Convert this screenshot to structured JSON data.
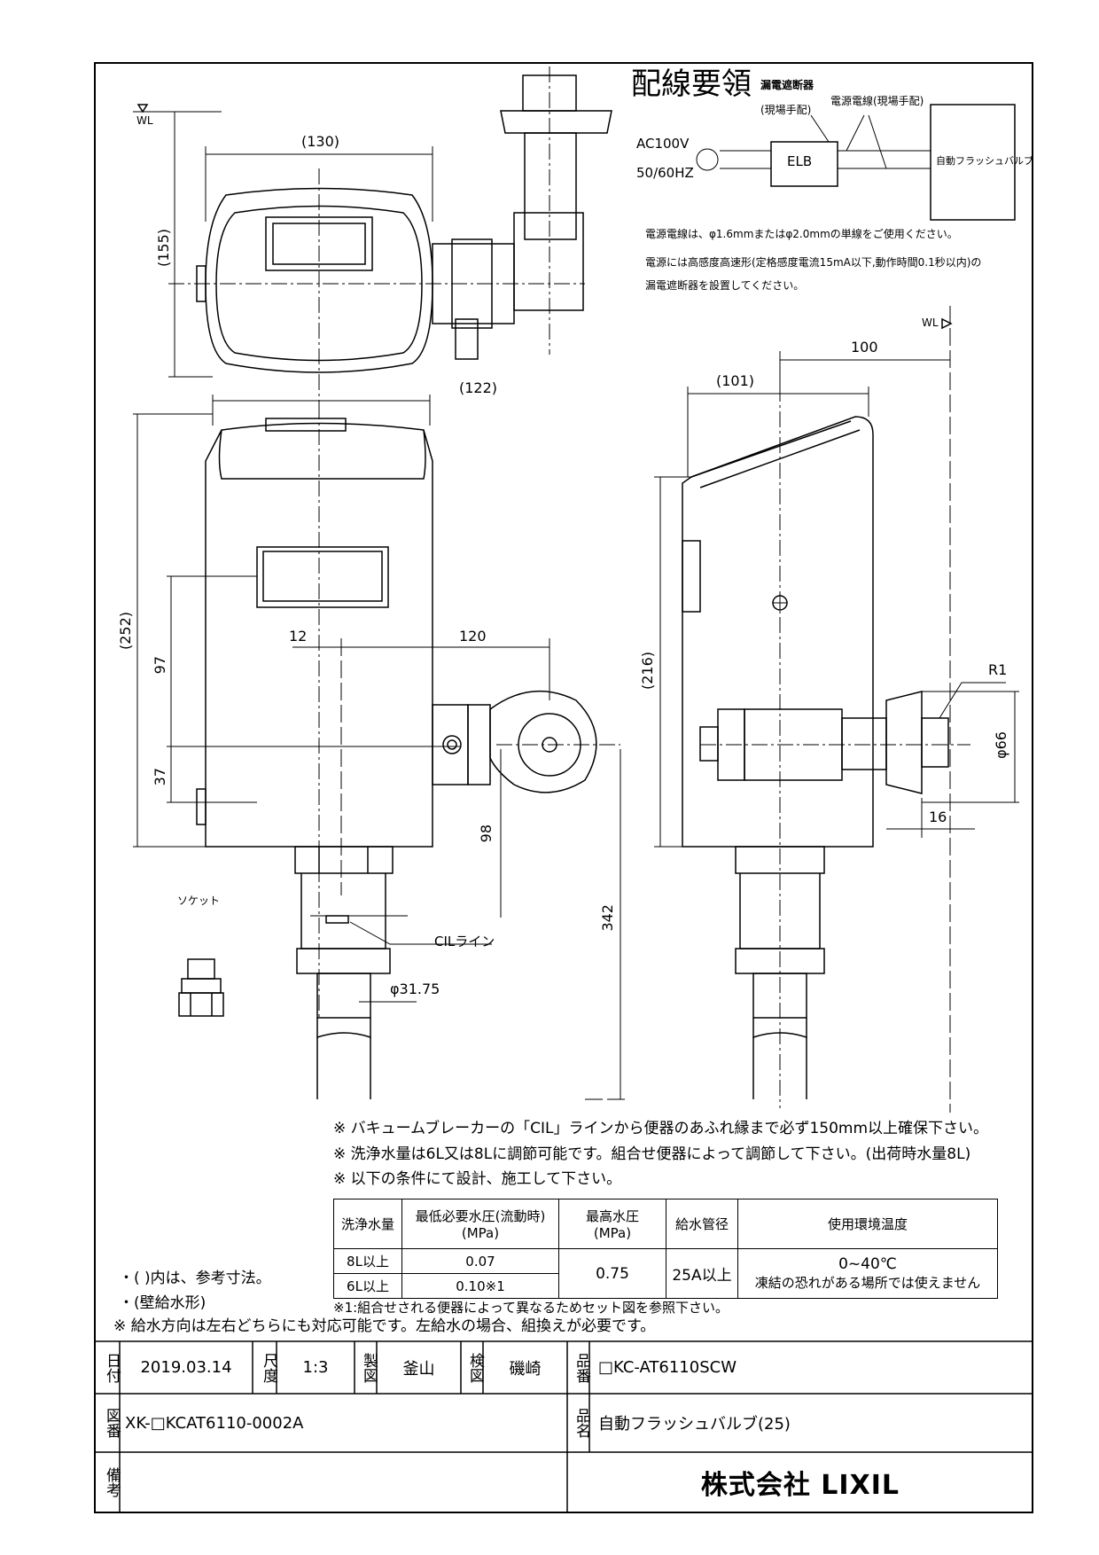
{
  "wiring": {
    "title": "配線要領",
    "breaker_label": "漏電遮断器",
    "breaker_sub": "(現場手配)",
    "cable_label": "電源電線(現場手配)",
    "power": "AC100V",
    "freq": "50/60HZ",
    "elb": "ELB",
    "device": "自動フラッシュバルブ",
    "note1": "電源電線は、φ1.6mmまたはφ2.0mmの単線をご使用ください。",
    "note2": "電源には高感度高速形(定格感度電流15mA以下,動作時間0.1秒以内)の",
    "note3": "漏電遮断器を設置してください。"
  },
  "dimensions": {
    "wl_top": "WL",
    "wl_right": "WL",
    "d130": "(130)",
    "d155": "(155)",
    "d122": "(122)",
    "d252": "(252)",
    "d97": "97",
    "d37": "37",
    "d12": "12",
    "d120": "120",
    "d98": "98",
    "d342": "342",
    "d3175": "φ31.75",
    "d100": "100",
    "d101": "(101)",
    "d216": "(216)",
    "r1": "R1",
    "d66": "φ66",
    "d16": "16"
  },
  "labels": {
    "socket": "ソケット",
    "cil": "CILライン"
  },
  "notes": {
    "n1": "※ バキュームブレーカーの「CIL」ラインから便器のあふれ縁まで必ず150mm以上確保下さい。",
    "n2": "※ 洗浄水量は6L又は8Lに調節可能です。組合せ便器によって調節して下さい。(出荷時水量8L)",
    "n3": "※ 以下の条件にて設計、施工して下さい。",
    "paren": "・( )内は、参考寸法。",
    "wall": "・(壁給水形)",
    "table_note": "※1:組合せされる便器によって異なるためセット図を参照下さい。",
    "supply": "※ 給水方向は左右どちらにも対応可能です。左給水の場合、組換えが必要です。"
  },
  "conditions": {
    "headers": [
      "洗浄水量",
      "最低必要水圧(流動時)",
      "(MPa)",
      "最高水圧",
      "(MPa)",
      "給水管径",
      "使用環境温度"
    ],
    "row1": [
      "8L以上",
      "0.07"
    ],
    "row2": [
      "6L以上",
      "0.10※1"
    ],
    "max_pressure": "0.75",
    "pipe": "25A以上",
    "temp": "0~40℃",
    "temp_note": "凍結の恐れがある場所では使えません"
  },
  "title_block": {
    "date_label": "日付",
    "date": "2019.03.14",
    "scale_label": "尺度",
    "scale": "1:3",
    "drawn_label": "製図",
    "drawn": "釜山",
    "checked_label": "検図",
    "checked": "磯崎",
    "part_no_label": "品番",
    "part_no": "□KC-AT6110SCW",
    "drawing_no_label": "図番",
    "drawing_no": "XK-□KCAT6110-0002A",
    "name_label": "品名",
    "name": "自動フラッシュバルブ(25)",
    "remarks_label": "備考",
    "company": "株式会社 LIXIL"
  }
}
